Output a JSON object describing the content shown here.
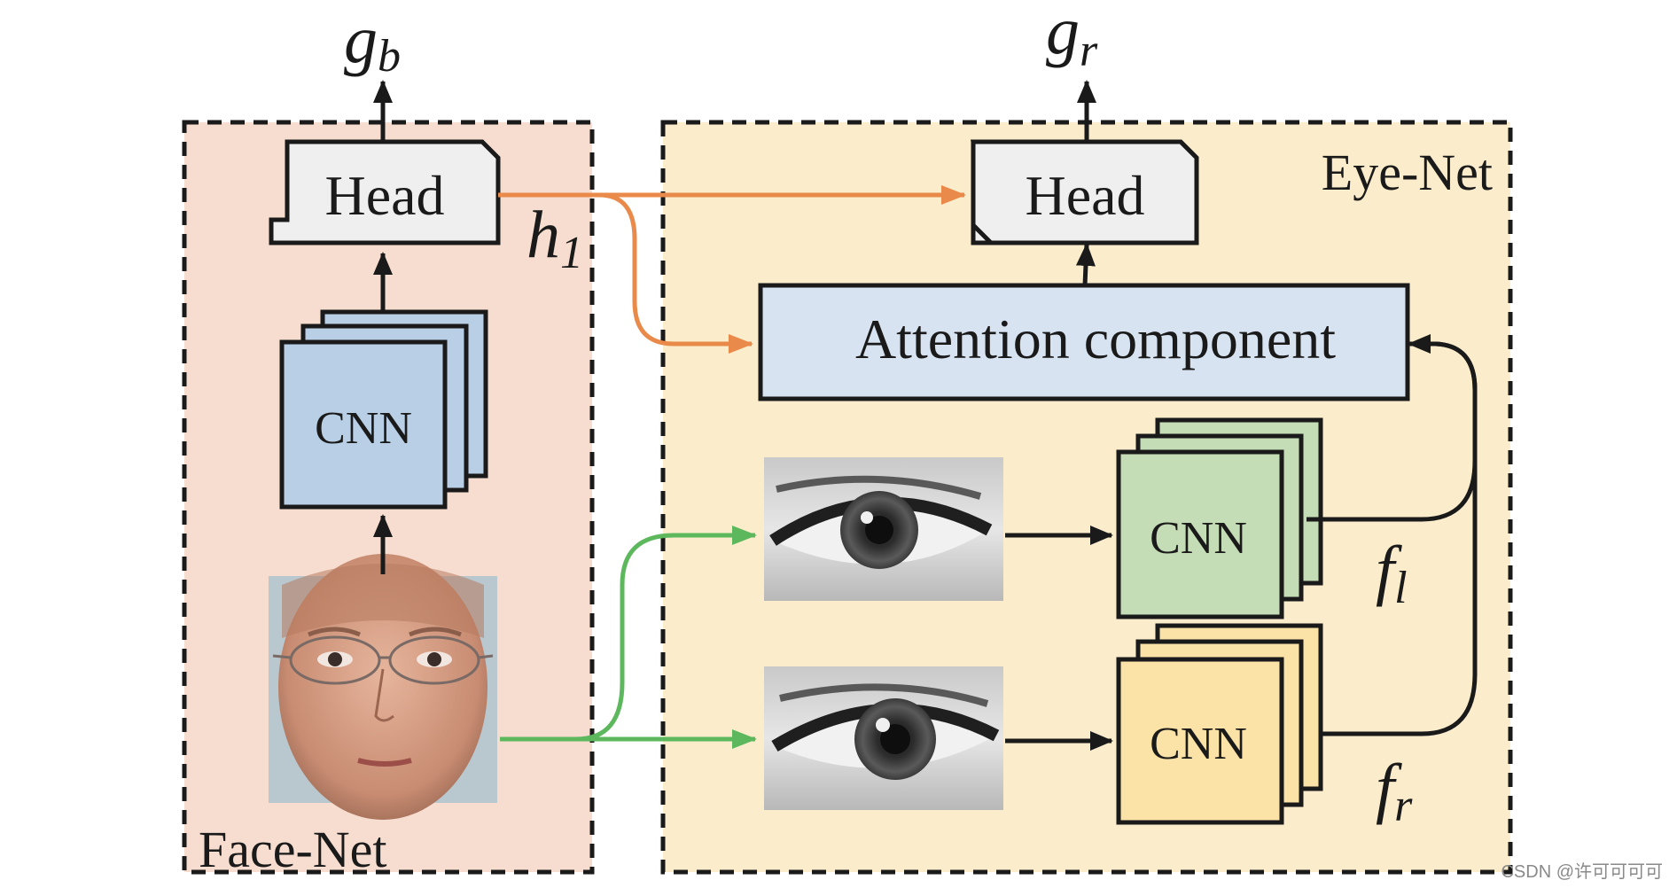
{
  "diagram": {
    "face_net": {
      "label": "Face-Net",
      "head_label": "Head",
      "cnn_label": "CNN",
      "output_symbol": "g",
      "output_subscript": "b",
      "face_image_icon": "face-photo-icon"
    },
    "eye_net": {
      "label": "Eye-Net",
      "head_label": "Head",
      "attention_label": "Attention component",
      "left_cnn_label": "CNN",
      "right_cnn_label": "CNN",
      "output_symbol": "g",
      "output_subscript": "r",
      "left_feature_symbol": "f",
      "left_feature_subscript": "l",
      "right_feature_symbol": "f",
      "right_feature_subscript": "r",
      "left_eye_icon": "eye-photo-icon",
      "right_eye_icon": "eye-photo-icon"
    },
    "head_feature_symbol": "h",
    "head_feature_subscript": "1",
    "colors": {
      "face_net_bg": "#f6ddd0",
      "eye_net_bg": "#fbeccb",
      "head_fill": "#efefef",
      "face_cnn_fill": "#b9cfe6",
      "attention_fill": "#d7e3f1",
      "left_cnn_fill": "#c5ddb6",
      "right_cnn_fill": "#fbe2a6",
      "orange_arrow": "#e98a4a",
      "green_arrow": "#5db85d",
      "black": "#1a1a1a"
    }
  },
  "watermark": "CSDN @许可可可可"
}
